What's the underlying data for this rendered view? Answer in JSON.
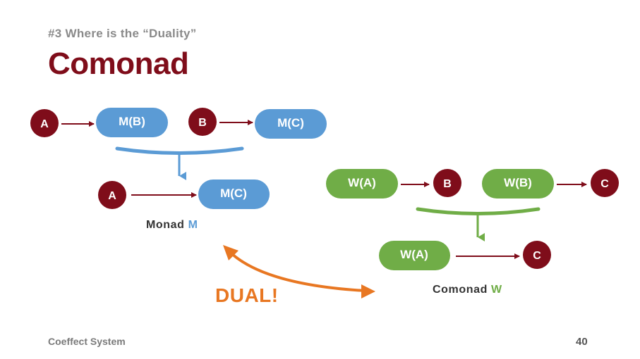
{
  "slide": {
    "subtitle": "#3 Where is the “Duality”",
    "title": "Comonad",
    "footer_left": "Coeffect System",
    "page_number": "40",
    "dual_label": "DUAL!"
  },
  "monad": {
    "top_row": [
      "A",
      "M(B)",
      "B",
      "M(C)"
    ],
    "bottom_row": [
      "A",
      "M(C)"
    ],
    "caption_prefix": "Monad",
    "caption_symbol": "M"
  },
  "comonad": {
    "top_row": [
      "W(A)",
      "B",
      "W(B)",
      "C"
    ],
    "bottom_row": [
      "W(A)",
      "C"
    ],
    "caption_prefix": "Comonad",
    "caption_symbol": "W"
  },
  "colors": {
    "title": "#7f0d1a",
    "object_node": "#7f0d1a",
    "monad": "#5b9bd5",
    "comonad": "#70ad47",
    "dual_arrow": "#e87722"
  }
}
